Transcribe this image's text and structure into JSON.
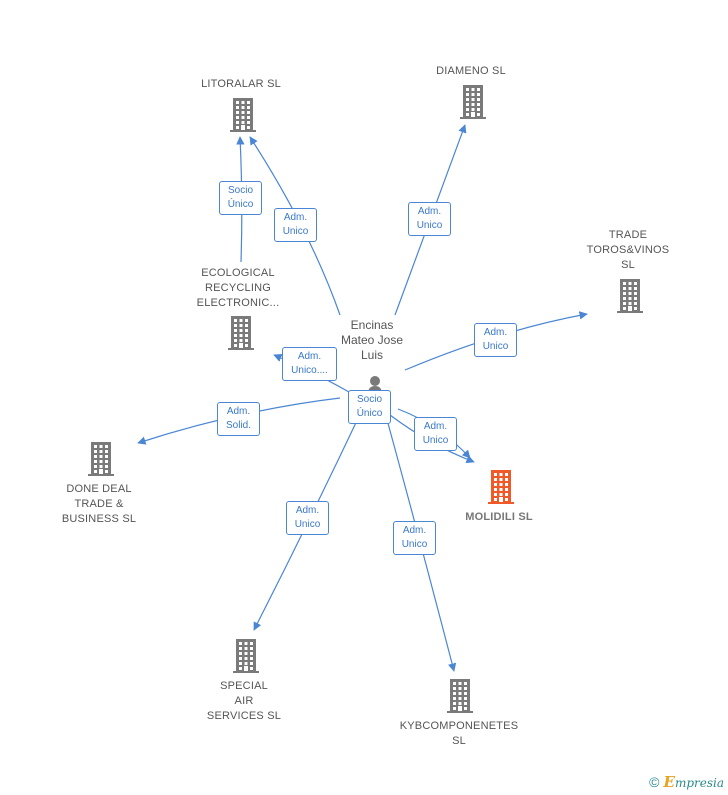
{
  "person": {
    "name_lines": [
      "Encinas",
      "Mateo Jose",
      "Luis"
    ]
  },
  "companies": [
    {
      "id": "litoralar",
      "lines": [
        "LITORALAR  SL"
      ],
      "highlight": false
    },
    {
      "id": "diameno",
      "lines": [
        "DIAMENO  SL"
      ],
      "highlight": false
    },
    {
      "id": "trade",
      "lines": [
        "TRADE",
        "TOROS&VINOS",
        "SL"
      ],
      "highlight": false
    },
    {
      "id": "ecological",
      "lines": [
        "ECOLOGICAL",
        "RECYCLING",
        "ELECTRONIC..."
      ],
      "highlight": false
    },
    {
      "id": "donedeal",
      "lines": [
        "DONE DEAL",
        "TRADE &",
        "BUSINESS  SL"
      ],
      "highlight": false
    },
    {
      "id": "molidili",
      "lines": [
        "MOLIDILI  SL"
      ],
      "highlight": true
    },
    {
      "id": "special",
      "lines": [
        "SPECIAL",
        "AIR",
        "SERVICES  SL"
      ],
      "highlight": false
    },
    {
      "id": "kyb",
      "lines": [
        "KYBCOMPONENETES",
        "SL"
      ],
      "highlight": false
    }
  ],
  "relations": [
    {
      "id": "r-eco-lit",
      "lines": [
        "Socio",
        "Único"
      ]
    },
    {
      "id": "r-lit",
      "lines": [
        "Adm.",
        "Unico"
      ]
    },
    {
      "id": "r-dia",
      "lines": [
        "Adm.",
        "Unico"
      ]
    },
    {
      "id": "r-trade",
      "lines": [
        "Adm.",
        "Unico"
      ]
    },
    {
      "id": "r-eco",
      "lines": [
        "Adm.",
        "Unico...."
      ]
    },
    {
      "id": "r-done",
      "lines": [
        "Adm.",
        "Solid."
      ]
    },
    {
      "id": "r-mol-socio",
      "lines": [
        "Socio",
        "Único"
      ]
    },
    {
      "id": "r-mol-adm",
      "lines": [
        "Adm.",
        "Unico"
      ]
    },
    {
      "id": "r-special",
      "lines": [
        "Adm.",
        "Unico"
      ]
    },
    {
      "id": "r-kyb",
      "lines": [
        "Adm.",
        "Unico"
      ]
    }
  ],
  "colors": {
    "edge": "#4a86d4",
    "building": "#7a7a7a",
    "building_highlight": "#f05a28",
    "person": "#7a7a7a"
  },
  "footer": {
    "copyright": "©",
    "brand_initial": "E",
    "brand_rest": "mpresia"
  }
}
